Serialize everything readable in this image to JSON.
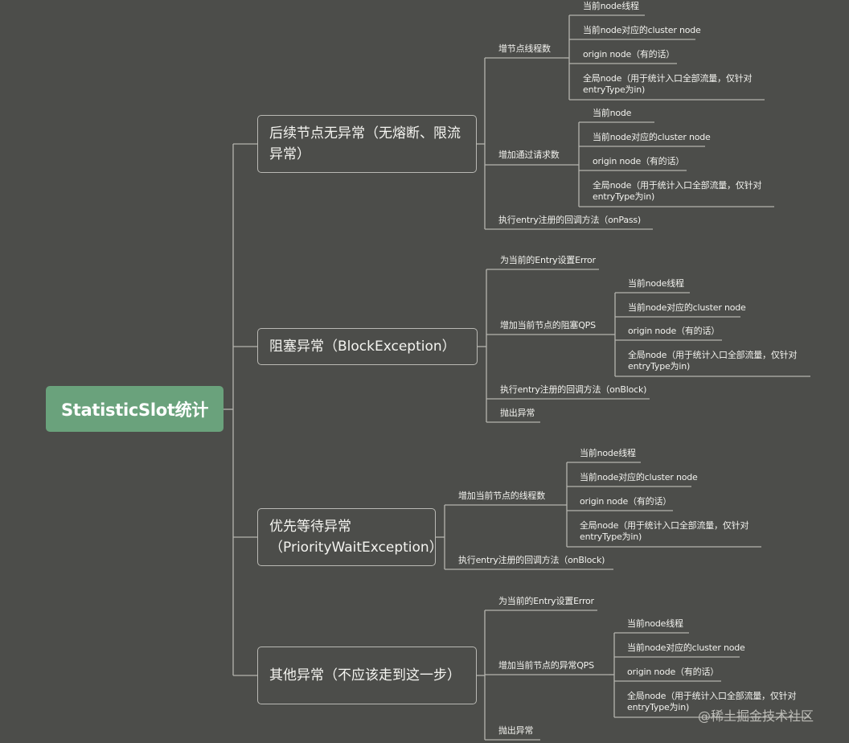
{
  "root": "StatisticSlot统计",
  "branches": [
    {
      "label": "后续节点无异常（无熔断、限流异常）",
      "children": [
        {
          "label": "增节点线程数",
          "children": [
            "当前node线程",
            "当前node对应的cluster node",
            "origin node（有的话）",
            "全局node（用于统计入口全部流量，仅针对entryType为in)"
          ]
        },
        {
          "label": "增加通过请求数",
          "children": [
            "当前node",
            "当前node对应的cluster node",
            "origin node（有的话）",
            "全局node（用于统计入口全部流量，仅针对entryType为in)"
          ]
        },
        {
          "label": "执行entry注册的回调方法（onPass)"
        }
      ]
    },
    {
      "label": "阻塞异常（BlockException）",
      "children": [
        {
          "label": "为当前的Entry设置Error"
        },
        {
          "label": "增加当前节点的阻塞QPS",
          "children": [
            "当前node线程",
            "当前node对应的cluster node",
            "origin node（有的话）",
            "全局node（用于统计入口全部流量，仅针对entryType为in)"
          ]
        },
        {
          "label": "执行entry注册的回调方法（onBlock)"
        },
        {
          "label": "抛出异常"
        }
      ]
    },
    {
      "label": "优先等待异常（PriorityWaitException）",
      "children": [
        {
          "label": "增加当前节点的线程数",
          "children": [
            "当前node线程",
            "当前node对应的cluster node",
            "origin node（有的话）",
            "全局node（用于统计入口全部流量，仅针对entryType为in)"
          ]
        },
        {
          "label": "执行entry注册的回调方法（onBlock)"
        }
      ]
    },
    {
      "label": "其他异常（不应该走到这一步）",
      "children": [
        {
          "label": "为当前的Entry设置Error"
        },
        {
          "label": "增加当前节点的异常QPS",
          "children": [
            "当前node线程",
            "当前node对应的cluster node",
            "origin node（有的话）",
            "全局node（用于统计入口全部流量，仅针对entryType为in)"
          ]
        },
        {
          "label": "抛出异常"
        }
      ]
    }
  ],
  "watermark": "@稀土掘金技术社区"
}
